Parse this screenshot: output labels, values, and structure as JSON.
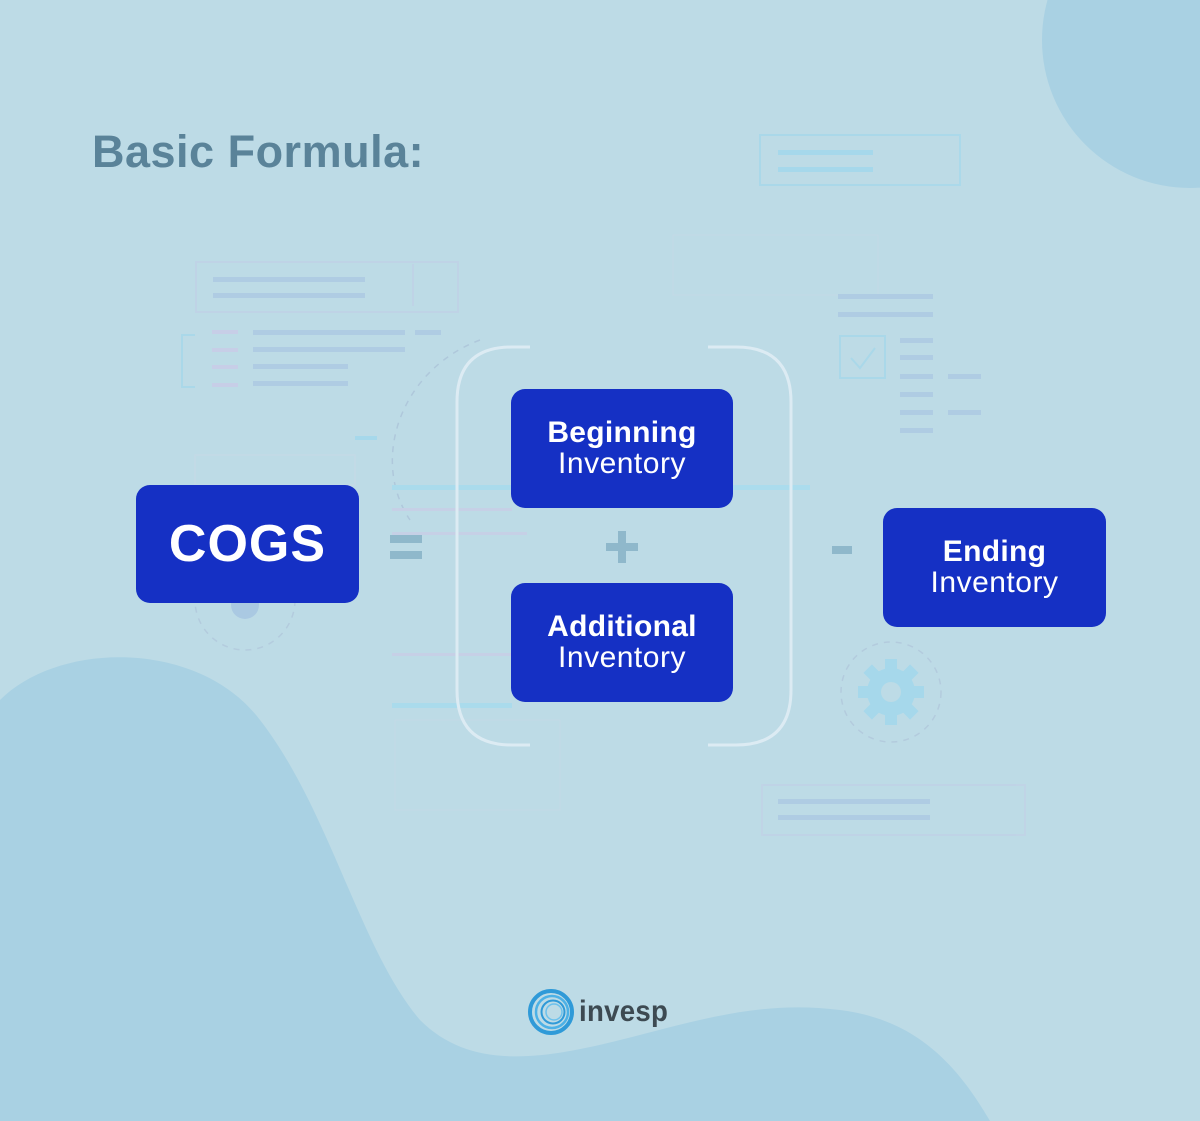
{
  "title": "Basic Formula:",
  "formula": {
    "result": {
      "label": "COGS"
    },
    "equals": "=",
    "plus": "+",
    "minus": "-",
    "beginning": {
      "bold": "Beginning",
      "regular": "Inventory"
    },
    "additional": {
      "bold": "Additional",
      "regular": "Inventory"
    },
    "ending": {
      "bold": "Ending",
      "regular": "Inventory"
    }
  },
  "brand": {
    "name": "invesp"
  },
  "colors": {
    "background": "#bddbe6",
    "blob": "#a9d1e3",
    "box": "#1530c4",
    "title": "#5a8399",
    "operator": "#8fb8cb",
    "logo_ring": "#3aa3dc",
    "logo_text": "#3d4a52"
  }
}
